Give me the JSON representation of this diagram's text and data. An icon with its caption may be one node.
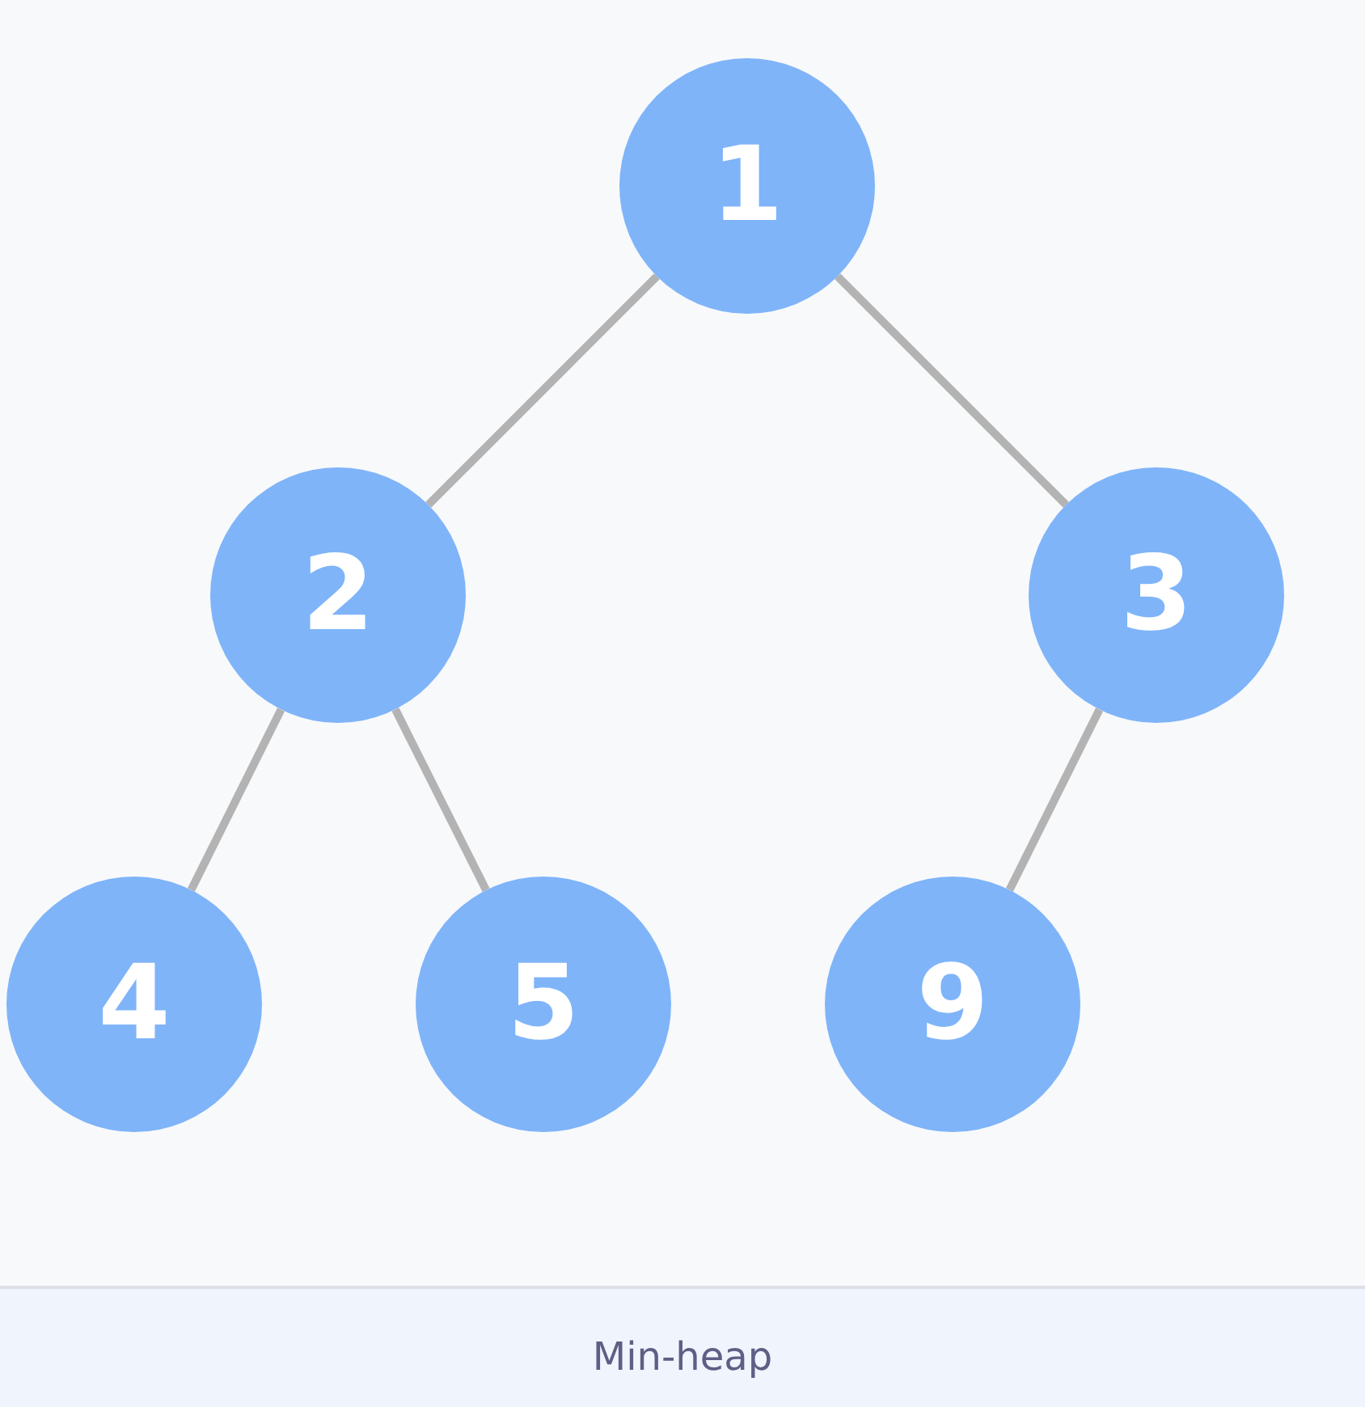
{
  "diagram": {
    "caption": "Min-heap",
    "nodes": [
      {
        "text": [
          "1"
        ]
      },
      {
        "text": [
          "2"
        ]
      },
      {
        "text": [
          "3"
        ]
      },
      {
        "text": [
          "4"
        ]
      },
      {
        "text": [
          "5"
        ]
      },
      {
        "text": [
          "9"
        ]
      }
    ],
    "edges": [
      {
        "from": 0,
        "to": 1,
        "arrow": "none"
      },
      {
        "from": 0,
        "to": 2,
        "arrow": "none"
      },
      {
        "from": 1,
        "to": 3,
        "arrow": "none"
      },
      {
        "from": 1,
        "to": 4,
        "arrow": "none"
      },
      {
        "from": 2,
        "to": 5,
        "arrow": "none"
      }
    ]
  }
}
